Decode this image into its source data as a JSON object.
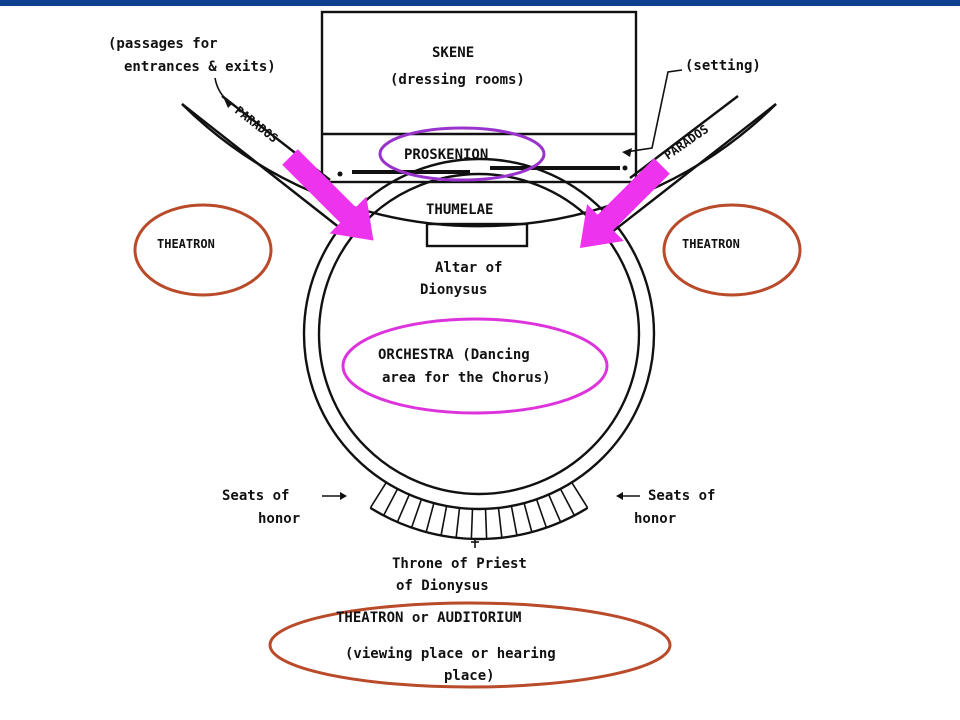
{
  "colors": {
    "top_bar": "#0f3f8f",
    "arrow": "#ee33ee",
    "highlight_magenta": "#dd33dd",
    "highlight_purple": "#9933cc",
    "highlight_brown": "#b94a2a",
    "ink": "#111111"
  },
  "labels": {
    "skene": "SKENE",
    "skene_sub": "(dressing rooms)",
    "passages_1": "(passages for",
    "passages_2": "entrances & exits)",
    "setting": "(setting)",
    "parados_left": "PARADOS",
    "parados_right": "PARADOS",
    "proskenion": "PROSKENION",
    "thumelae": "THUMELAE",
    "altar_1": "Altar of",
    "altar_2": "Dionysus",
    "theatron_left": "THEATRON",
    "theatron_right": "THEATRON",
    "orchestra_1": "ORCHESTRA  (Dancing",
    "orchestra_2": "area for the Chorus)",
    "seats_left_1": "Seats of",
    "seats_left_2": "honor",
    "seats_right_1": "Seats of",
    "seats_right_2": "honor",
    "throne_1": "Throne of Priest",
    "throne_2": "of Dionysus",
    "auditorium_1": "THEATRON or AUDITORIUM",
    "auditorium_2": "(viewing place or hearing",
    "auditorium_3": "place)"
  },
  "icons": {
    "entrance_arrow": "thick-diagonal-arrow-icon",
    "pointer_arrow": "small-line-arrow-icon"
  }
}
